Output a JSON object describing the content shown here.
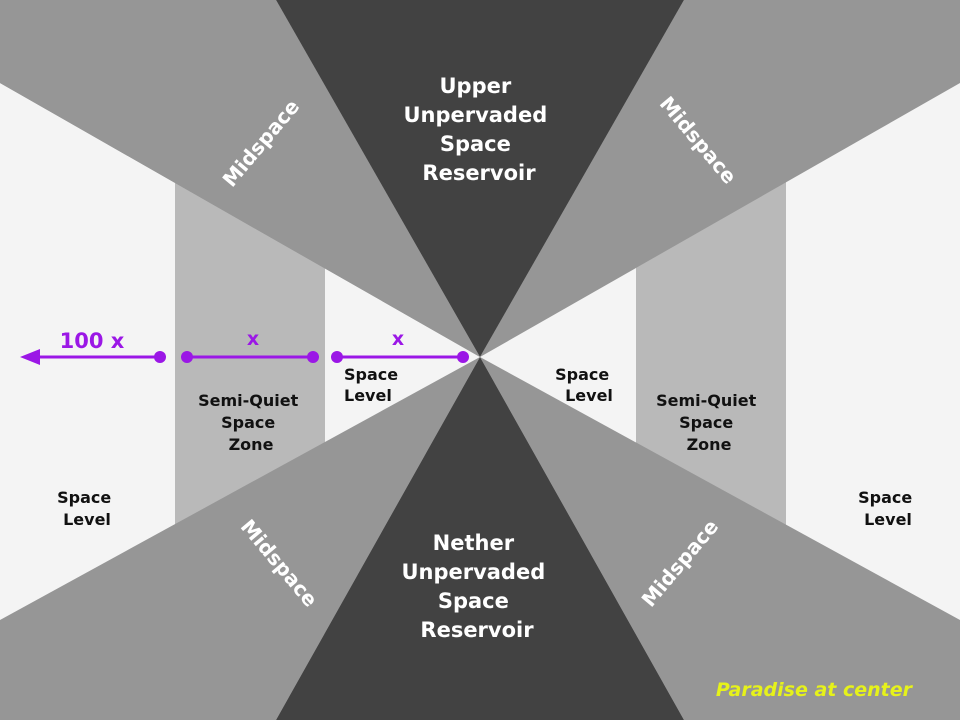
{
  "labels": {
    "upper_reservoir": [
      "Upper",
      "Unpervaded",
      "Space",
      "Reservoir"
    ],
    "nether_reservoir": [
      "Nether",
      "Unpervaded",
      "Space",
      "Reservoir"
    ],
    "midspace": "Midspace",
    "semi_quiet_zone": [
      "Semi-Quiet",
      "Space",
      "Zone"
    ],
    "space_level": [
      "Space",
      "Level"
    ],
    "measure_far": "100 x",
    "measure_near": "x",
    "footer": "Paradise at center"
  },
  "colors": {
    "background": "#f4f4f4",
    "reservoir": "#424242",
    "midspace": "#969696",
    "semi_quiet": "#b9b9b9",
    "measure": "#9b17e6",
    "footer_text": "#e6f21a"
  }
}
